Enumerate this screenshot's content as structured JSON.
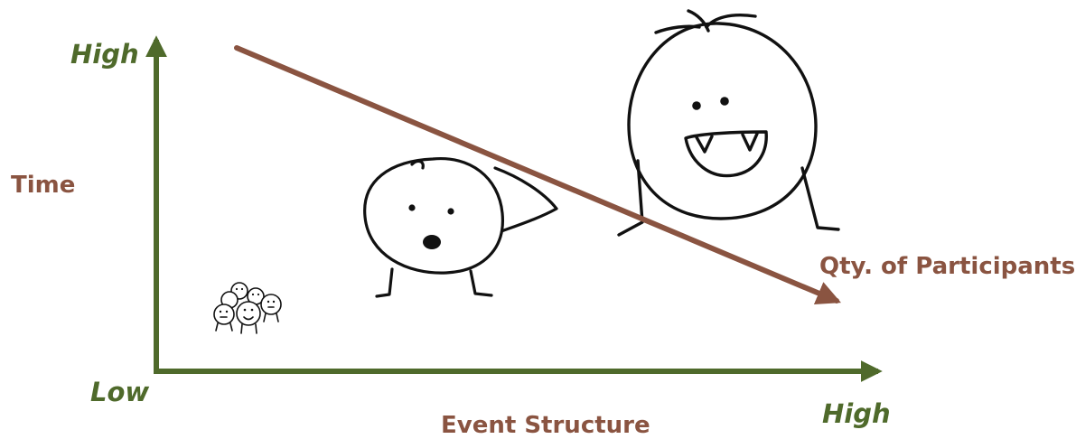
{
  "labels": {
    "y_high": "High",
    "y_low": "Low",
    "x_high": "High",
    "time": "Time",
    "event_structure": "Event Structure",
    "participants": "Qty. of Participants"
  },
  "colors": {
    "axis_green": "#4f6a2b",
    "trend_brown": "#8a5441",
    "ink": "#111111"
  },
  "figures": [
    "crowd-of-small-figures",
    "medium-surprised-figure",
    "large-grinning-monster-figure"
  ]
}
